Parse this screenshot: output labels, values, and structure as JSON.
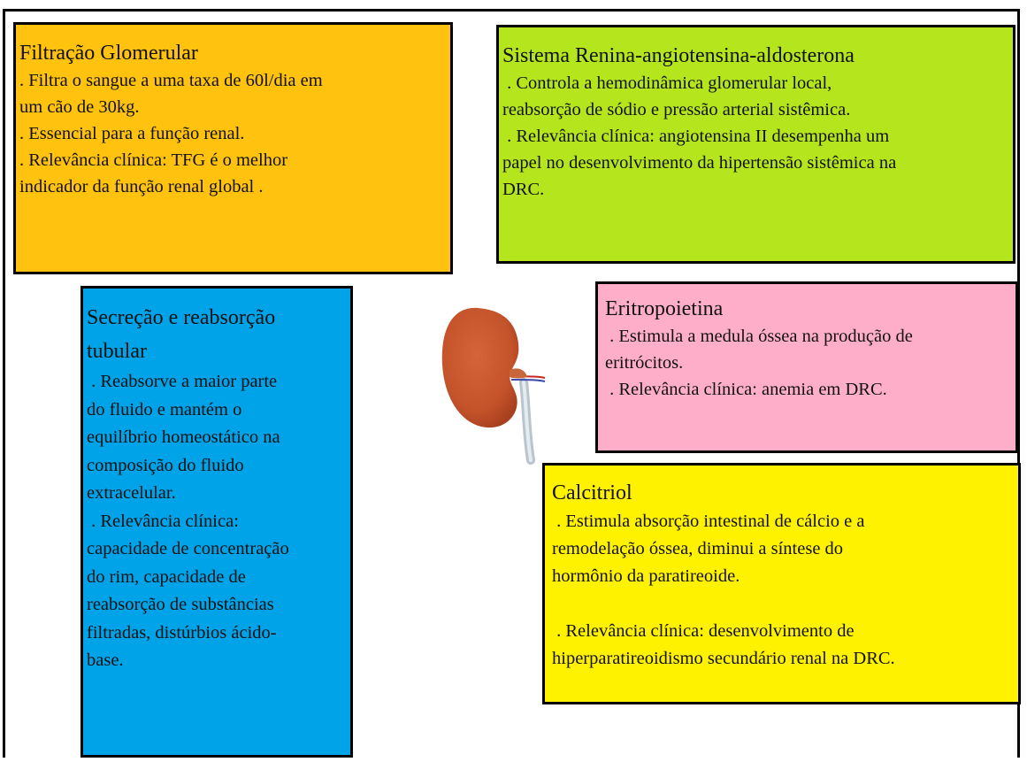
{
  "colors": {
    "filtracao": "#ffc20e",
    "sraa": "#b5e61d",
    "secrecao": "#00a2e8",
    "eritropoietina": "#ffaec9",
    "calcitriol": "#fff200",
    "kidney": "#c4532a"
  },
  "filtracao": {
    "title": "Filtração Glomerular",
    "lines": [
      ". Filtra o sangue a uma taxa de 60l/dia em",
      "um cão de 30kg.",
      ". Essencial para a função renal.",
      ". Relevância clínica: TFG é o melhor",
      "indicador da função renal global ."
    ]
  },
  "sraa": {
    "title": "Sistema Renina-angiotensina-aldosterona",
    "lines": [
      " . Controla a hemodinâmica glomerular local,",
      "reabsorção de sódio e pressão arterial sistêmica.",
      " . Relevância clínica: angiotensina II desempenha um",
      "papel no desenvolvimento da hipertensão sistêmica na",
      "DRC."
    ]
  },
  "secrecao": {
    "title_lines": [
      "Secreção e reabsorção",
      "tubular"
    ],
    "lines": [
      " . Reabsorve a maior parte",
      "do fluido e mantém o",
      "equilíbrio homeostático na",
      "composição do fluido",
      "extracelular.",
      " . Relevância clínica:",
      "capacidade de concentração",
      "do rim, capacidade de",
      "reabsorção de substâncias",
      "filtradas, distúrbios ácido-",
      "base."
    ]
  },
  "eritropoietina": {
    "title": "Eritropoietina",
    "lines": [
      " . Estimula a medula óssea na produção de",
      "eritrócitos.",
      " . Relevância clínica: anemia em DRC."
    ]
  },
  "calcitriol": {
    "title": "Calcitriol",
    "lines_a": [
      " . Estimula absorção intestinal de cálcio e a",
      "remodelação óssea, diminui a síntese do",
      "hormônio da paratireoide."
    ],
    "lines_b": [
      " . Relevância clínica: desenvolvimento de",
      "hiperparatireoidismo secundário renal na DRC."
    ]
  }
}
